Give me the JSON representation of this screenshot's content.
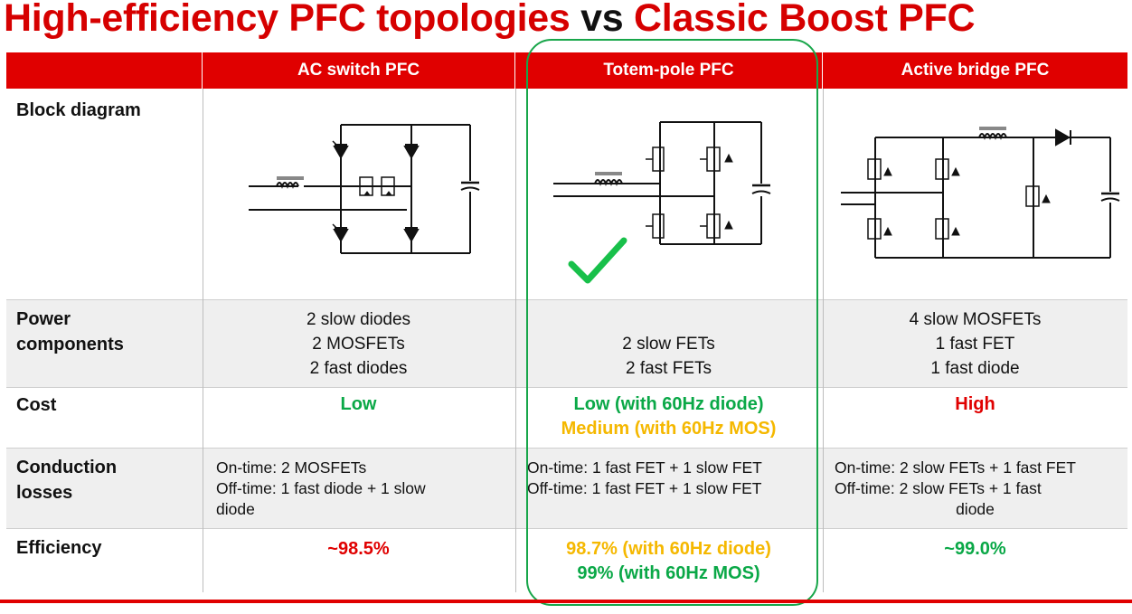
{
  "title": {
    "part1": "High-efficiency PFC topologies",
    "part2": "vs",
    "part3": "Classic Boost PFC"
  },
  "columns": [
    "AC switch PFC",
    "Totem-pole PFC",
    "Active bridge PFC"
  ],
  "rows": {
    "block_diagram": {
      "label": "Block diagram"
    },
    "power_components": {
      "label_line1": "Power",
      "label_line2": "components",
      "ac_switch": [
        "2 slow diodes",
        "2 MOSFETs",
        "2 fast diodes"
      ],
      "totem_pole": [
        "2 slow FETs",
        "2 fast FETs"
      ],
      "active_bridge": [
        "4 slow MOSFETs",
        "1 fast FET",
        "1 fast diode"
      ]
    },
    "cost": {
      "label": "Cost",
      "ac_switch": "Low",
      "totem_pole_1": "Low (with 60Hz diode)",
      "totem_pole_2": "Medium (with 60Hz MOS)",
      "active_bridge": "High"
    },
    "conduction": {
      "label_line1": "Conduction",
      "label_line2": "losses",
      "ac_switch": [
        "On-time: 2 MOSFETs",
        "Off-time: 1 fast diode + 1 slow",
        "diode"
      ],
      "totem_pole": [
        "On-time: 1 fast FET + 1 slow FET",
        "Off-time: 1 fast FET + 1 slow FET"
      ],
      "active_bridge": [
        "On-time: 2 slow FETs + 1 fast FET",
        "Off-time: 2 slow FETs + 1 fast",
        "diode"
      ]
    },
    "efficiency": {
      "label": "Efficiency",
      "ac_switch": "~98.5%",
      "totem_pole_1": "98.7% (with 60Hz diode)",
      "totem_pole_2": "99% (with 60Hz MOS)",
      "active_bridge": "~99.0%"
    }
  },
  "colors": {
    "brand_red": "#e00000",
    "good_green": "#0aa847",
    "medium_orange": "#f5b800",
    "highlight_green": "#18a64a"
  },
  "icons": [
    "checkmark-icon"
  ]
}
